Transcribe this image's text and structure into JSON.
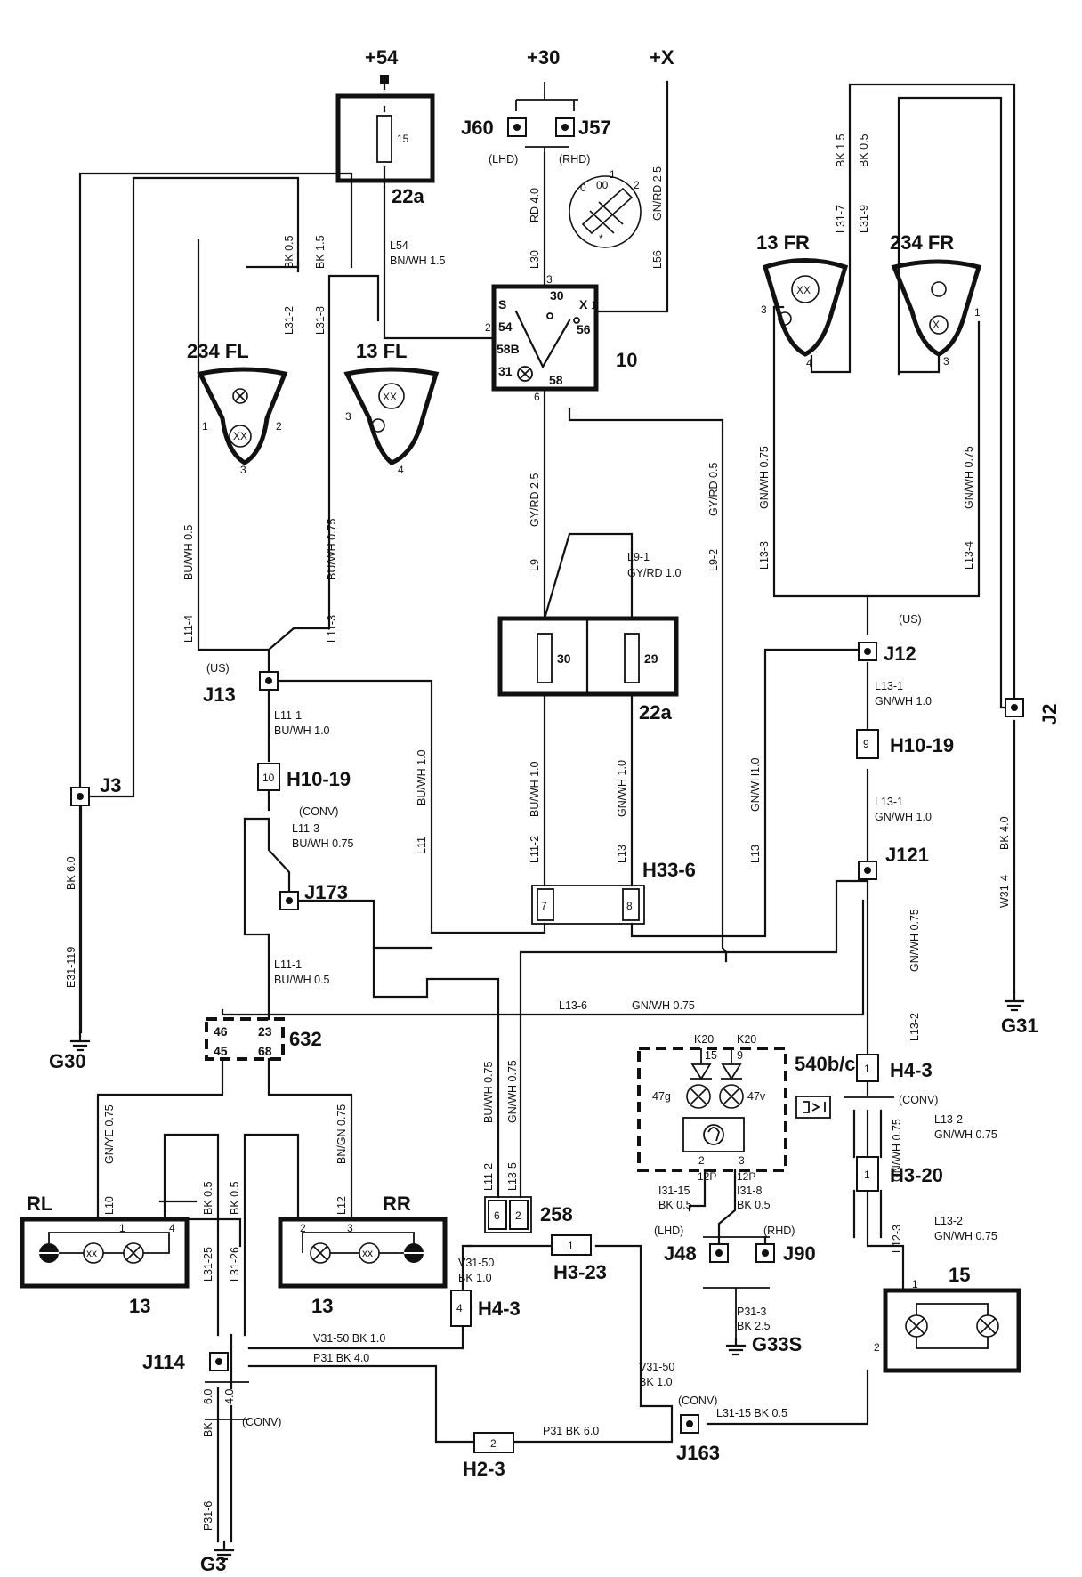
{
  "supplies": {
    "p54": "+54",
    "p30": "+30",
    "px": "+X"
  },
  "components": {
    "fuse_22a_top": {
      "name": "22a",
      "pin": "15"
    },
    "fuse_22a_mid": {
      "name": "22a",
      "pin_left": "30",
      "pin_right": "29"
    },
    "switch_10": {
      "name": "10",
      "pins": [
        "S",
        "30",
        "X",
        "1",
        "2",
        "54",
        "56",
        "58B",
        "31",
        "58",
        "3",
        "6"
      ]
    },
    "lamp_234fl": {
      "name": "234 FL",
      "pins": [
        "1",
        "2",
        "3"
      ]
    },
    "lamp_13fl": {
      "name": "13 FL",
      "pins": [
        "3",
        "4"
      ]
    },
    "lamp_13fr": {
      "name": "13 FR",
      "pins": [
        "3",
        "4"
      ]
    },
    "lamp_234fr": {
      "name": "234 FR",
      "pins": [
        "1",
        "3"
      ]
    },
    "unit_632": {
      "name": "632",
      "pins": [
        "46",
        "23",
        "45",
        "68"
      ]
    },
    "unit_540": {
      "name": "540b/c",
      "k1": "K20",
      "k2": "K20",
      "p1": "15",
      "p2": "9",
      "b1": "47g",
      "b2": "47v",
      "pb1": "2",
      "pb2": "3"
    },
    "lamp_rl": {
      "name": "RL",
      "sub": "13",
      "pins": [
        "1",
        "4"
      ]
    },
    "lamp_rr": {
      "name": "RR",
      "sub": "13",
      "pins": [
        "2",
        "3"
      ]
    },
    "lamp_15": {
      "name": "15",
      "pins": [
        "1",
        "2"
      ]
    },
    "conn_258": {
      "name": "258",
      "pins": [
        "6",
        "2"
      ]
    }
  },
  "connectors": {
    "j60": "J60",
    "j57": "J57",
    "lhd": "(LHD)",
    "rhd": "(RHD)",
    "j13": "J13",
    "j12": "J12",
    "j3": "J3",
    "j2": "J2",
    "j173": "J173",
    "j121": "J121",
    "j114": "J114",
    "j163": "J163",
    "j48": "J48",
    "j90": "J90",
    "h10_19_l": "H10-19",
    "h10_19_r": "H10-19",
    "h10_19_l_pin": "10",
    "h10_19_r_pin": "9",
    "h33_6": "H33-6",
    "h33_6_p1": "7",
    "h33_6_p2": "8",
    "h4_3_r": "H4-3",
    "h4_3_r_pin": "1",
    "h4_3_l": "H4-3",
    "h4_3_l_pin": "4",
    "h3_20": "H3-20",
    "h3_20_pin": "1",
    "h3_23": "H3-23",
    "h3_23_pin": "1",
    "h2_3": "H2-3",
    "h2_3_pin": "2",
    "g30": "G30",
    "g31": "G31",
    "g3": "G3",
    "g33s": "G33S",
    "us1": "(US)",
    "us2": "(US)",
    "conv1": "(CONV)",
    "conv2": "(CONV)",
    "conv3": "(CONV)",
    "conv4": "(CONV)",
    "lhd2": "(LHD)",
    "rhd2": "(RHD)",
    "p12a": "12P",
    "p12b": "12P"
  },
  "wires": {
    "l54": "L54",
    "l54b": "BN/WH 1.5",
    "l30": "L30",
    "l30b": "RD 4.0",
    "l56": "L56",
    "l56b": "GN/RD 2.5",
    "l31_2": "L31-2",
    "l31_2b": "BK 0.5",
    "l31_8": "L31-8",
    "l31_8b": "BK 1.5",
    "l31_7": "L31-7",
    "l31_7b": "BK 1.5",
    "l31_9": "L31-9",
    "l31_9b": "BK 0.5",
    "l9": "L9",
    "l9b": "GY/RD 2.5",
    "l9_1": "L9-1",
    "l9_1b": "GY/RD 1.0",
    "l9_2": "L9-2",
    "l9_2b": "GY/RD 0.5",
    "l11_4": "L11-4",
    "l11_4b": "BU/WH 0.5",
    "l11_3": "L11-3",
    "l11_3b": "BU/WH 0.75",
    "l13_3": "L13-3",
    "l13_3b": "GN/WH 0.75",
    "l13_4": "L13-4",
    "l13_4b": "GN/WH 0.75",
    "l11_1": "L11-1",
    "l11_1b": "BU/WH 1.0",
    "l11": "L11",
    "l11b": "BU/WH 1.0",
    "l11_2": "L11-2",
    "l11_2b": "BU/WH 1.0",
    "l13": "L13",
    "l13b": "GN/WH 1.0",
    "l13r": "L13",
    "l13rb": "GN/WH1.0",
    "l13_1a": "L13-1",
    "l13_1ab": "GN/WH 1.0",
    "l13_1b": "L13-1",
    "l13_1bb": "GN/WH 1.0",
    "w31_4": "W31-4",
    "w31_4b": "BK 4.0",
    "e31_119": "E31-119",
    "e31_119b": "BK 6.0",
    "l11_3c": "L11-3",
    "l11_3cb": "BU/WH 0.75",
    "l11_1c": "L11-1",
    "l11_1cb": "BU/WH 0.5",
    "l13_6": "L13-6",
    "l13_6b": "GN/WH 0.75",
    "l13_9": "GN/WH 0.75",
    "l13_2": "L13-2",
    "l13_2b": "L13-2",
    "l13_2bb": "GN/WH 0.75",
    "l13_2c": "L13-2",
    "l13_2cb": "GN/WH 0.75",
    "gnwh075": "GN/WH 0.75",
    "l12_3": "L12-3",
    "l11_2c": "L11-2",
    "l11_2cb": "BU/WH 0.75",
    "l13_5": "L13-5",
    "l13_5b": "GN/WH 0.75",
    "l10": "L10",
    "l10b": "GN/YE 0.75",
    "l12": "L12",
    "l12b": "BN/GN 0.75",
    "l31_25": "L31-25",
    "l31_25b": "BK 0.5",
    "l31_26": "L31-26",
    "l31_26b": "BK 0.5",
    "i31_15": "I31-15",
    "i31_15b": "BK  0.5",
    "i31_8": "I31-8",
    "i31_8b": "BK 0.5",
    "v31_50a": "V31-50",
    "v31_50ab": "BK 1.0",
    "v31_50b": "V31-50   BK  1.0",
    "v31_50c": "V31-50",
    "v31_50cb": "BK  1.0",
    "p31a": "P31   BK  4.0",
    "p31b": "P31   BK  6.0",
    "p31_3": "P31-3",
    "p31_3b": "BK 2.5",
    "l31_15": "L31-15      BK  0.5",
    "bk": "BK",
    "v60": "6.0",
    "v40": "4.0",
    "p31_6": "P31-6"
  }
}
